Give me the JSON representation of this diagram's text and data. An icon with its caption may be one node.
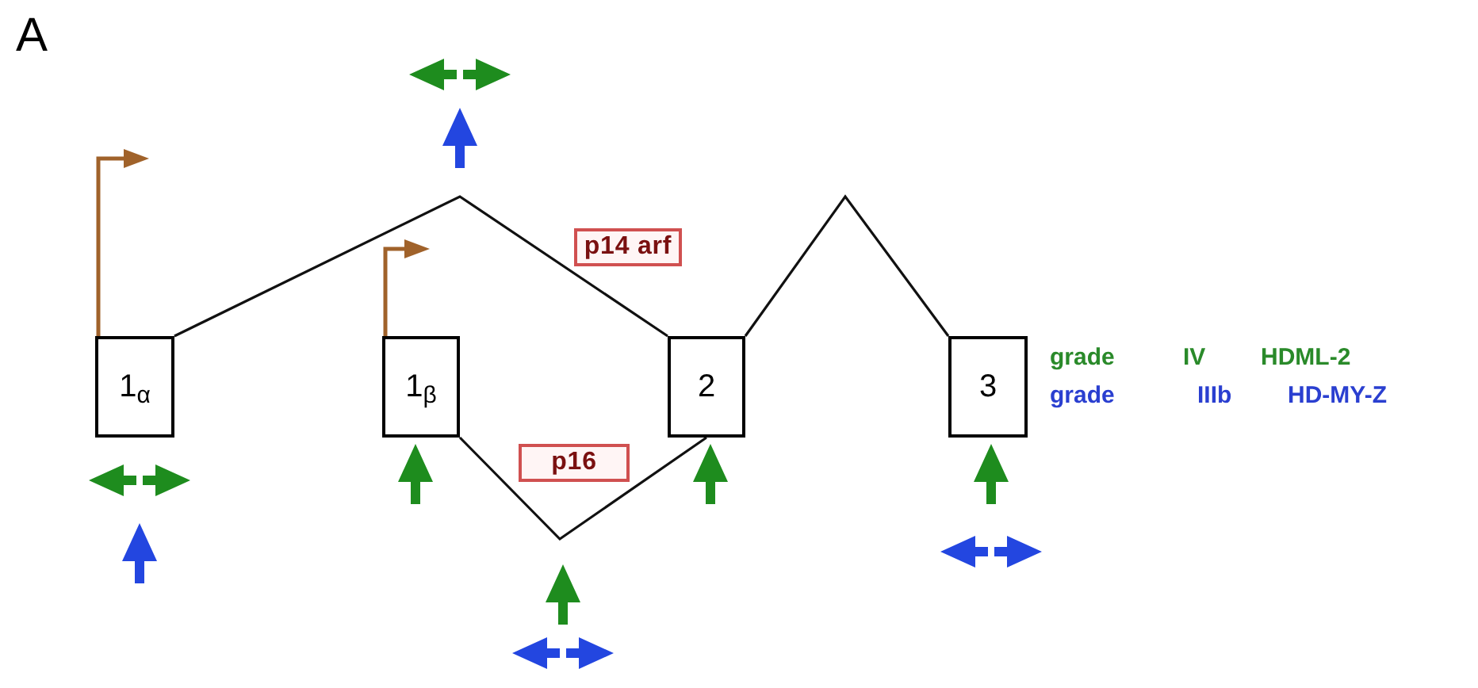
{
  "diagram": {
    "nodes": [
      {
        "text": [
          "1$_{α}$"
        ]
      },
      {
        "text": [
          "1$_{β}$"
        ]
      },
      {
        "text": [
          "2"
        ]
      },
      {
        "text": [
          "3"
        ]
      },
      {
        "text": [
          "p14 arf"
        ]
      },
      {
        "text": [
          "p16"
        ]
      }
    ],
    "edges": [
      {
        "from": 0,
        "to": 2,
        "arrow": "none"
      },
      {
        "from": 1,
        "to": 2,
        "arrow": "none"
      },
      {
        "from": 2,
        "to": 3,
        "arrow": "none"
      }
    ],
    "labels": [
      "A",
      "grade",
      "IV",
      "HDML-2",
      "grade",
      "IIIb",
      "HD-MY-Z"
    ]
  }
}
